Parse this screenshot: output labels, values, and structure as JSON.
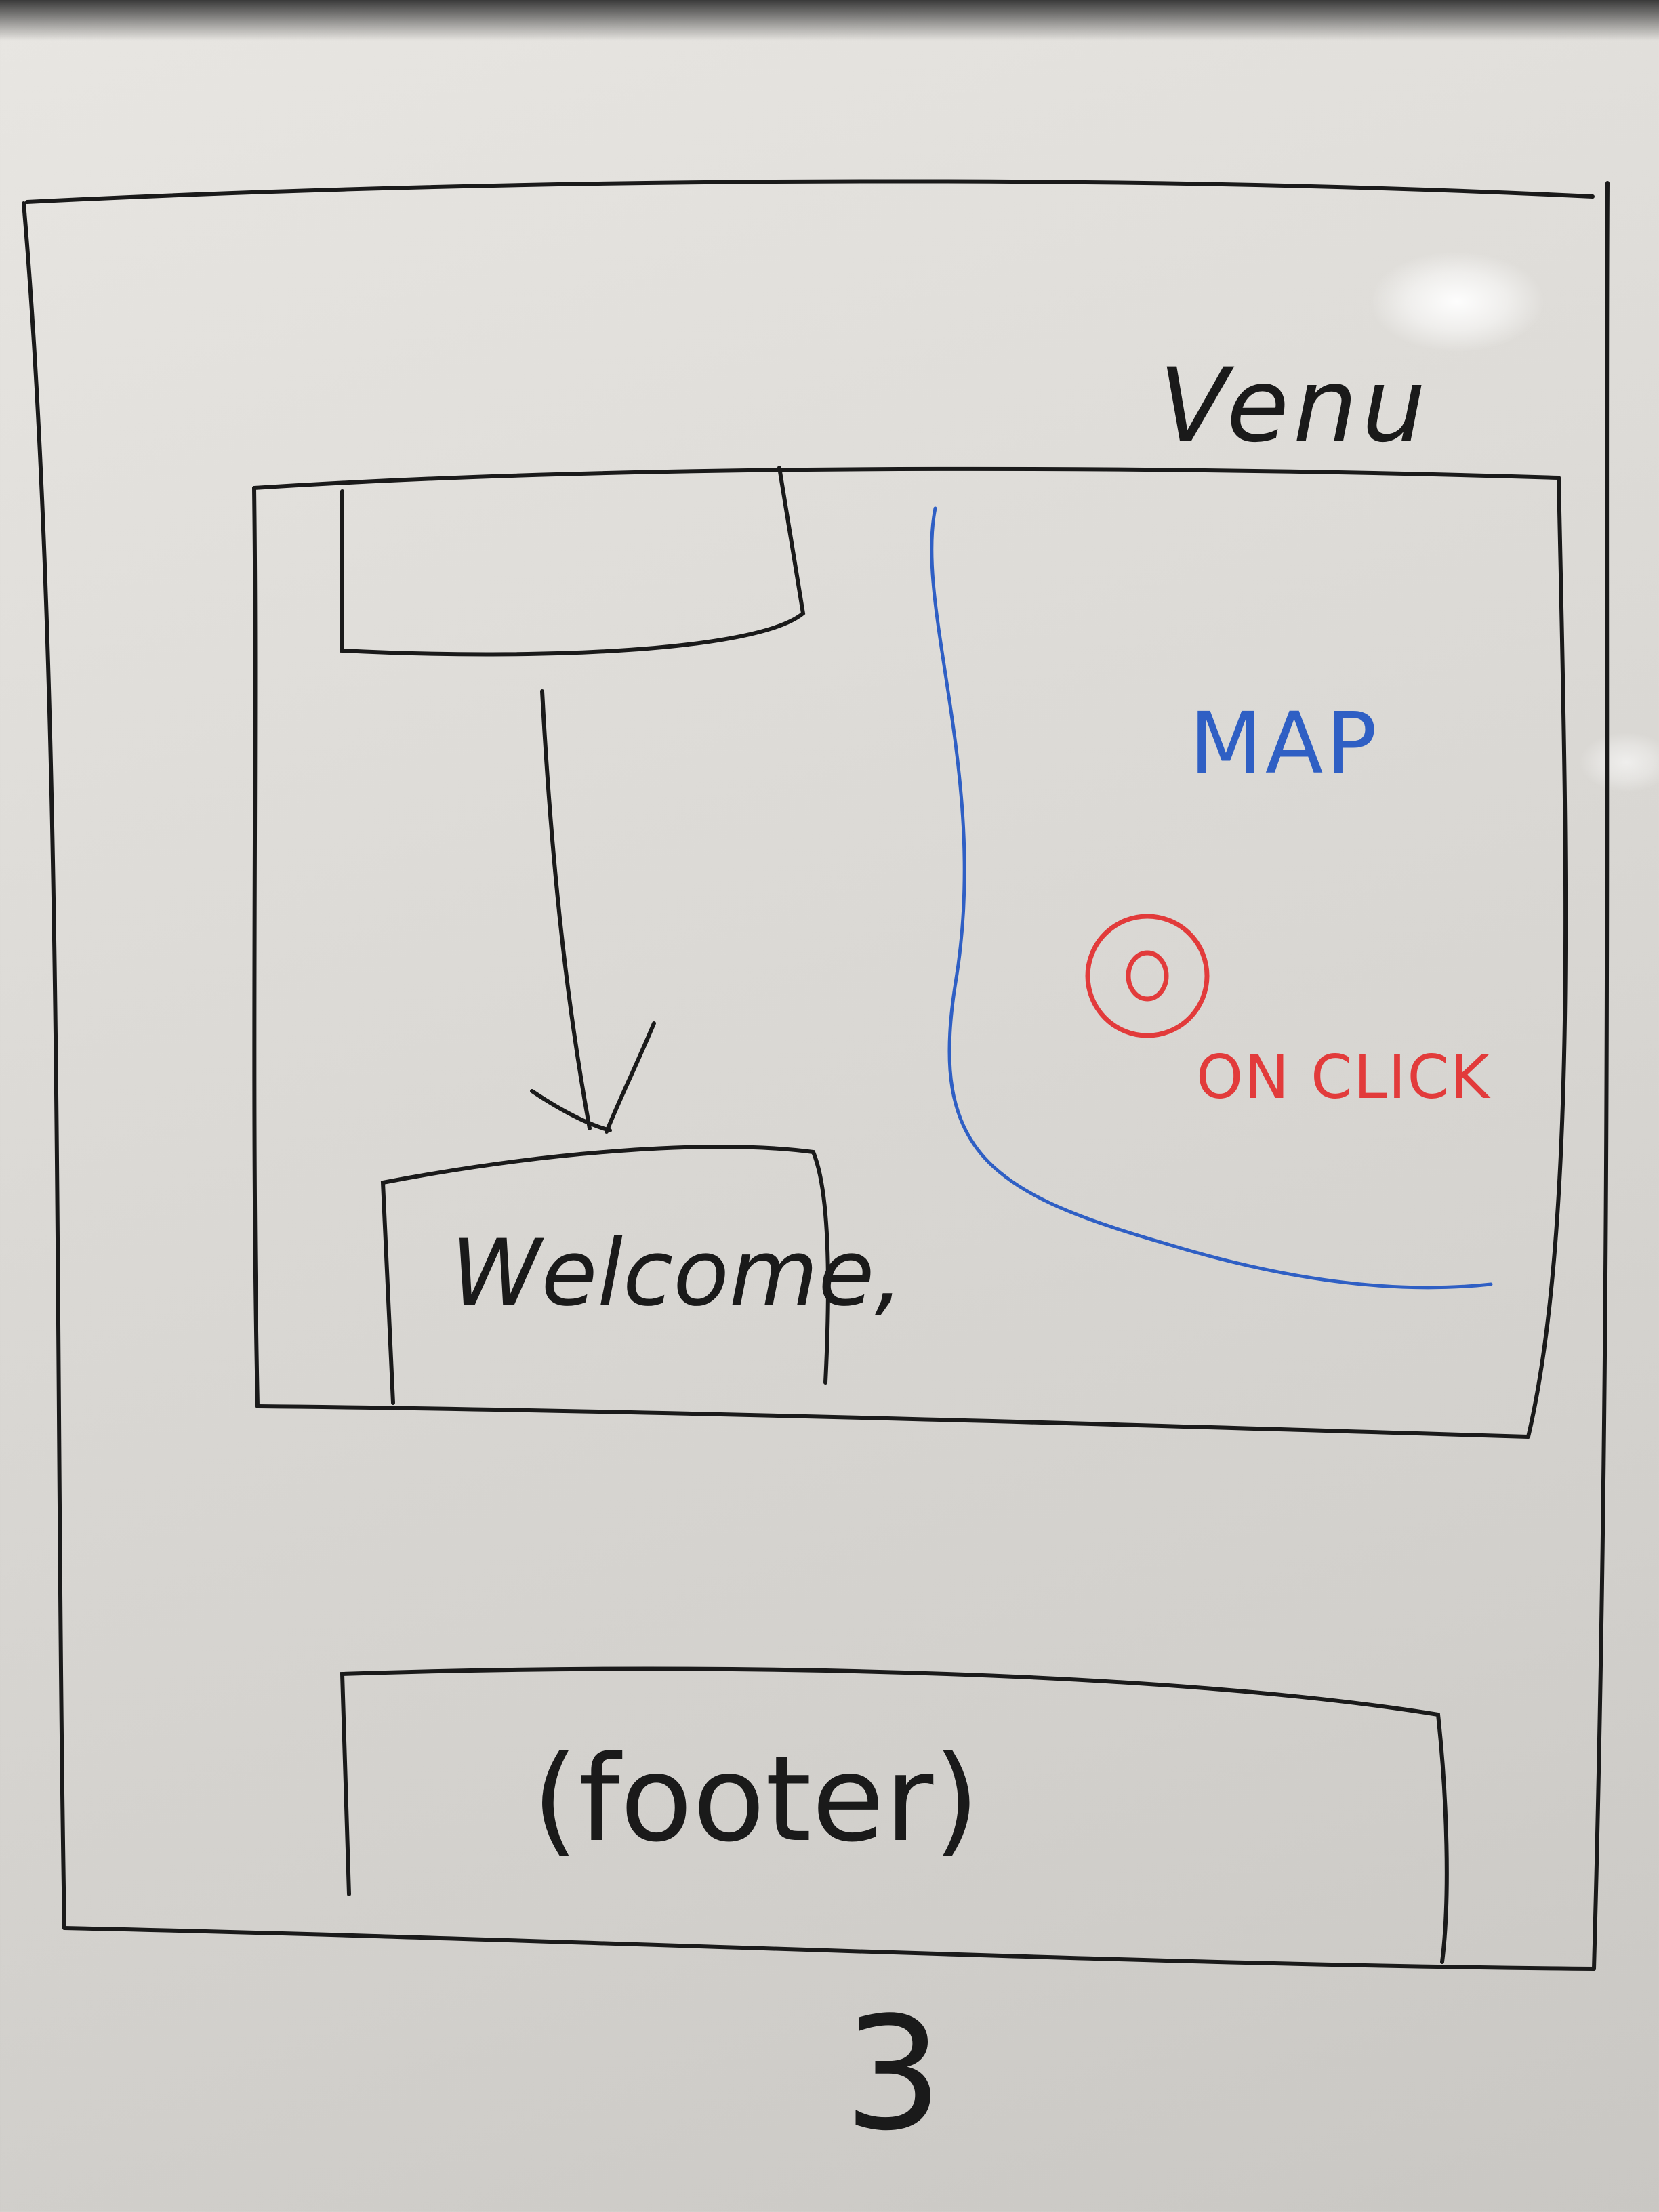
{
  "brand_label": "Venu",
  "map_label": "MAP",
  "marker_note": "ON CLICK",
  "welcome_text": "Welcome,",
  "footer_text": "(footer)",
  "page_number": "3",
  "colors": {
    "ink_black": "#1a1a1a",
    "ink_blue": "#2f5fc4",
    "ink_red": "#e23b3b",
    "board": "#e3e1dd"
  }
}
